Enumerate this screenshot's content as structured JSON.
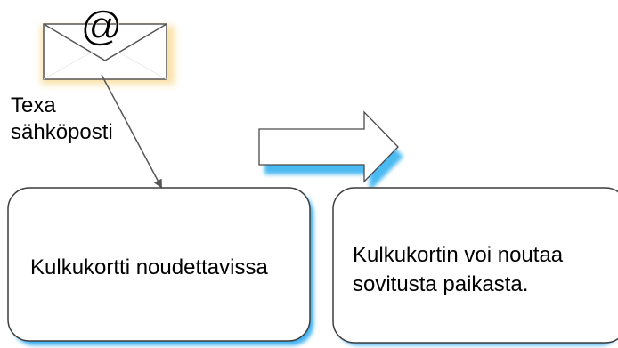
{
  "email": {
    "label_line1": "Texa",
    "label_line2": "sähköposti",
    "at_symbol": "@",
    "icon": "envelope-icon"
  },
  "step1": {
    "text": "Kulkukortti noudettavissa"
  },
  "step2": {
    "text_line1": "Kulkukortin voi noutaa",
    "text_line2": "sovitusta paikasta."
  },
  "colors": {
    "envelope_glow": "#f7d88a",
    "box_shadow": "#1aa3ee",
    "arrow_shadow": "#2aaef0",
    "stroke": "#404040"
  }
}
